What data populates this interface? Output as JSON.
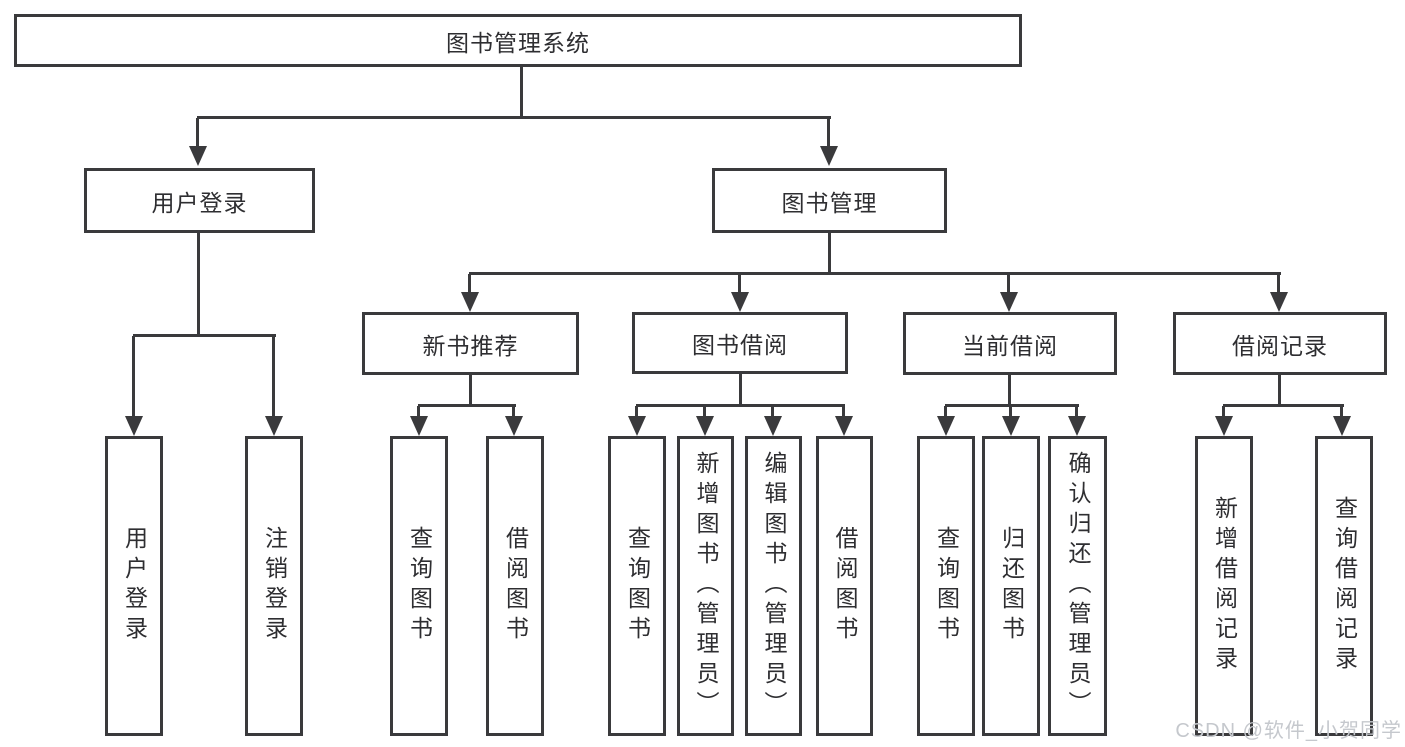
{
  "nodes": {
    "root": "图书管理系统",
    "user_login": "用户登录",
    "book_mgmt": "图书管理",
    "new_book_rec": "新书推荐",
    "book_borrow": "图书借阅",
    "current_borrow": "当前借阅",
    "borrow_records": "借阅记录",
    "ul_login": "用户登录",
    "ul_logout": "注销登录",
    "nb_query": "查询图书",
    "nb_borrow": "借阅图书",
    "bb_query": "查询图书",
    "bb_add": "新增图书（管理员）",
    "bb_edit": "编辑图书（管理员）",
    "bb_borrow": "借阅图书",
    "cb_query": "查询图书",
    "cb_return": "归还图书",
    "cb_confirm": "确认归还（管理员）",
    "br_add": "新增借阅记录",
    "br_query": "查询借阅记录"
  },
  "watermark": "CSDN @软件_小贺同学",
  "colors": {
    "line": "#3a3a3c",
    "text": "#2e2e31",
    "watermark": "#c5c8cd",
    "background": "#ffffff"
  }
}
